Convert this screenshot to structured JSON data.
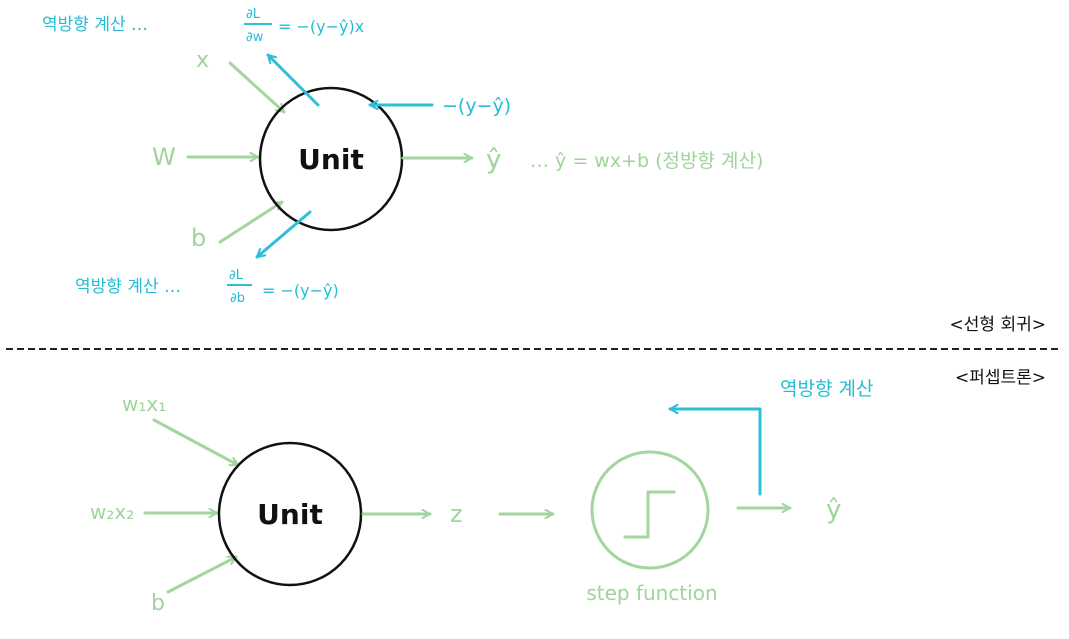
{
  "top": {
    "unit_label": "Unit",
    "input_x": "x",
    "input_w": "W",
    "input_b": "b",
    "output_yhat": "ŷ",
    "forward_note": "…   ŷ = wx+b (정방향 계산)",
    "back_top_text": "역방향 계산  …",
    "back_top_frac_num": "∂L",
    "back_top_frac_den": "∂w",
    "back_top_rhs": "= −(y−ŷ)x",
    "back_right_text": "−(y−ŷ)",
    "back_bottom_text": "역방향 계산 …",
    "back_bottom_frac_num": "∂L",
    "back_bottom_frac_den": "∂b",
    "back_bottom_rhs": "= −(y−ŷ)"
  },
  "section_labels": {
    "linear": "<선형 회귀>",
    "perceptron": "<퍼셉트론>"
  },
  "bottom": {
    "unit_label": "Unit",
    "input_w1x1": "w₁x₁",
    "input_w2x2": "w₂x₂",
    "input_b": "b",
    "z_label": "z",
    "step_label": "step function",
    "output_yhat": "ŷ",
    "back_text": "역방향 계산"
  },
  "colors": {
    "forward": "#9fd49a",
    "backward": "#26bcd6",
    "unit": "#111111"
  }
}
